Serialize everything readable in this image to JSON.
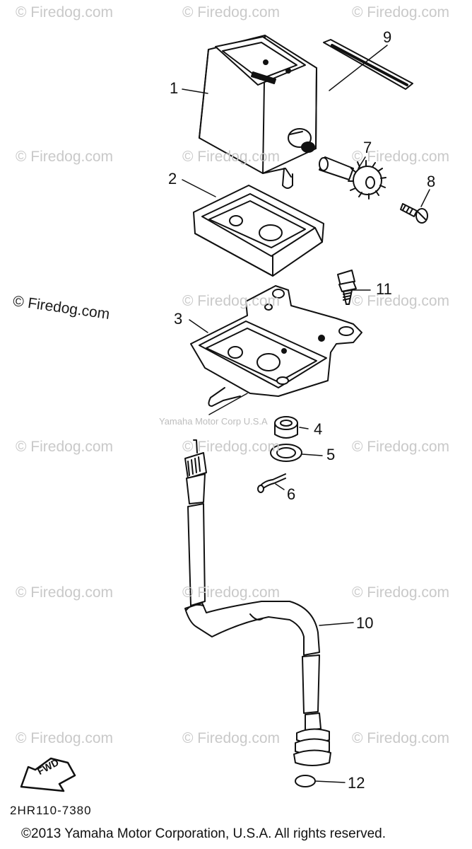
{
  "watermark_text": "© Firedog.com",
  "center_watermark": "Yamaha Motor Corp U.S.A",
  "callouts": [
    "1",
    "2",
    "3",
    "4",
    "5",
    "6",
    "7",
    "8",
    "9",
    "10",
    "11",
    "12"
  ],
  "fwd_label": "FWD",
  "diagram_code": "2HR110-7380",
  "copyright": "©2013 Yamaha Motor Corporation, U.S.A. All rights reserved."
}
